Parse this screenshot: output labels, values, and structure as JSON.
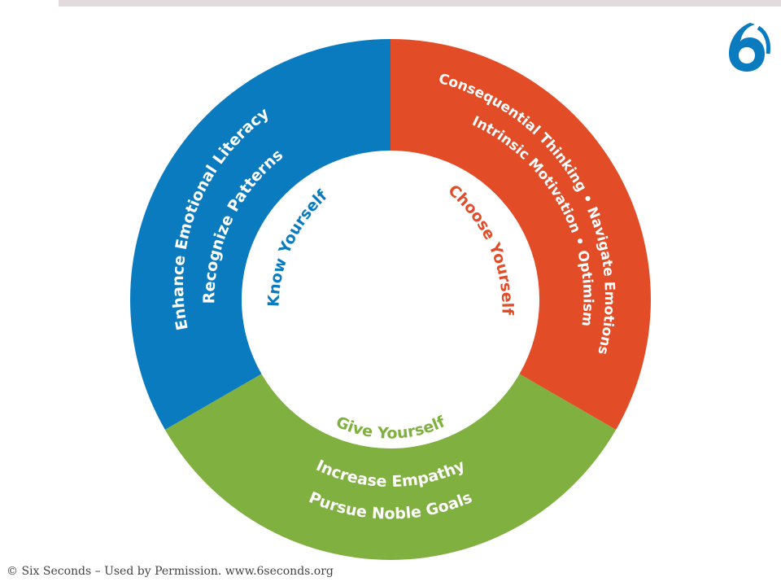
{
  "diagram": {
    "segments": [
      {
        "id": "know",
        "color": "#0b7bc0",
        "inner_label": "Know Yourself",
        "outer_lines": [
          "Enhance Emotional Literacy",
          "Recognize Patterns"
        ]
      },
      {
        "id": "choose",
        "color": "#e24c27",
        "inner_label": "Choose Yourself",
        "outer_lines": [
          "Consequential Thinking • Navigate Emotions",
          "Intrinsic Motivation • Optimism"
        ]
      },
      {
        "id": "give",
        "color": "#80b040",
        "inner_label": "Give Yourself",
        "outer_lines": [
          "Increase Empathy",
          "Pursue Noble Goals"
        ]
      }
    ]
  },
  "footer": {
    "text": "© Six Seconds – Used by Permission. www.6seconds.org"
  },
  "colors": {
    "topbar": "#e3dadd",
    "logo": "#0b7bc0"
  }
}
